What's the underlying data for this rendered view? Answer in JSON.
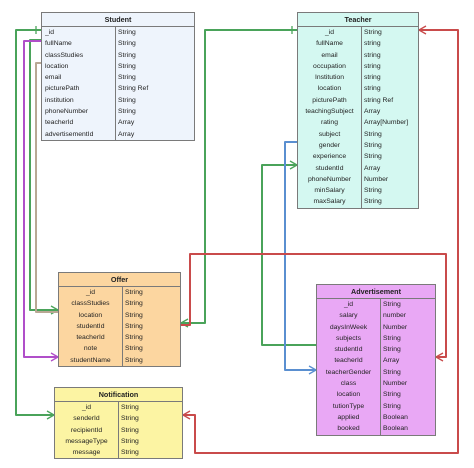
{
  "entities": {
    "student": {
      "title": "Student",
      "color": "#eef4fc",
      "fields": [
        {
          "name": "_id",
          "type": "String"
        },
        {
          "name": "fullName",
          "type": "String"
        },
        {
          "name": "classStudies",
          "type": "String"
        },
        {
          "name": "location",
          "type": "String"
        },
        {
          "name": "email",
          "type": "String"
        },
        {
          "name": "picturePath",
          "type": "String Ref"
        },
        {
          "name": "institution",
          "type": "String"
        },
        {
          "name": "phoneNumber",
          "type": "String"
        },
        {
          "name": "teacherId",
          "type": "Array"
        },
        {
          "name": "advertisementId",
          "type": "Array"
        }
      ]
    },
    "teacher": {
      "title": "Teacher",
      "color": "#d4f8f1",
      "fields": [
        {
          "name": "_id",
          "type": "String"
        },
        {
          "name": "fullName",
          "type": "string"
        },
        {
          "name": "email",
          "type": "string"
        },
        {
          "name": "occupation",
          "type": "string"
        },
        {
          "name": "Institution",
          "type": "string"
        },
        {
          "name": "location",
          "type": "string"
        },
        {
          "name": "picturePath",
          "type": "string Ref"
        },
        {
          "name": "teachingSubject",
          "type": "Array"
        },
        {
          "name": "rating",
          "type": "Array[Number]"
        },
        {
          "name": "subject",
          "type": "String"
        },
        {
          "name": "gender",
          "type": "String"
        },
        {
          "name": "experience",
          "type": "String"
        },
        {
          "name": "studentId",
          "type": "Array"
        },
        {
          "name": "phoneNumber",
          "type": "Number"
        },
        {
          "name": "minSalary",
          "type": "String"
        },
        {
          "name": "maxSalary",
          "type": "String"
        }
      ]
    },
    "offer": {
      "title": "Offer",
      "color": "#fcd6a0",
      "fields": [
        {
          "name": "_id",
          "type": "String"
        },
        {
          "name": "classStudies",
          "type": "String"
        },
        {
          "name": "location",
          "type": "String"
        },
        {
          "name": "studentId",
          "type": "String"
        },
        {
          "name": "teacherId",
          "type": "String"
        },
        {
          "name": "note",
          "type": "String"
        },
        {
          "name": "studentName",
          "type": "String"
        }
      ]
    },
    "advertisement": {
      "title": "Advertisement",
      "color": "#e9a8f5",
      "fields": [
        {
          "name": "_id",
          "type": "String"
        },
        {
          "name": "salary",
          "type": "number"
        },
        {
          "name": "daysInWeek",
          "type": "Number"
        },
        {
          "name": "subjects",
          "type": "String"
        },
        {
          "name": "studentId",
          "type": "String"
        },
        {
          "name": "teacherId",
          "type": "Array"
        },
        {
          "name": "teacherGender",
          "type": "String"
        },
        {
          "name": "class",
          "type": "Number"
        },
        {
          "name": "location",
          "type": "String"
        },
        {
          "name": "tutionType",
          "type": "String"
        },
        {
          "name": "applied",
          "type": "Boolean"
        },
        {
          "name": "booked",
          "type": "Boolean"
        }
      ]
    },
    "notification": {
      "title": "Notification",
      "color": "#fcf4a3",
      "fields": [
        {
          "name": "_id",
          "type": "String"
        },
        {
          "name": "senderId",
          "type": "String"
        },
        {
          "name": "recipientId",
          "type": "String"
        },
        {
          "name": "messageType",
          "type": "String"
        },
        {
          "name": "message",
          "type": "String"
        }
      ]
    }
  },
  "connector_colors": {
    "green": "#4aa35a",
    "red": "#c94b4b",
    "purple": "#b04fc9",
    "blue": "#5a8fd0",
    "tan": "#b9a894"
  }
}
